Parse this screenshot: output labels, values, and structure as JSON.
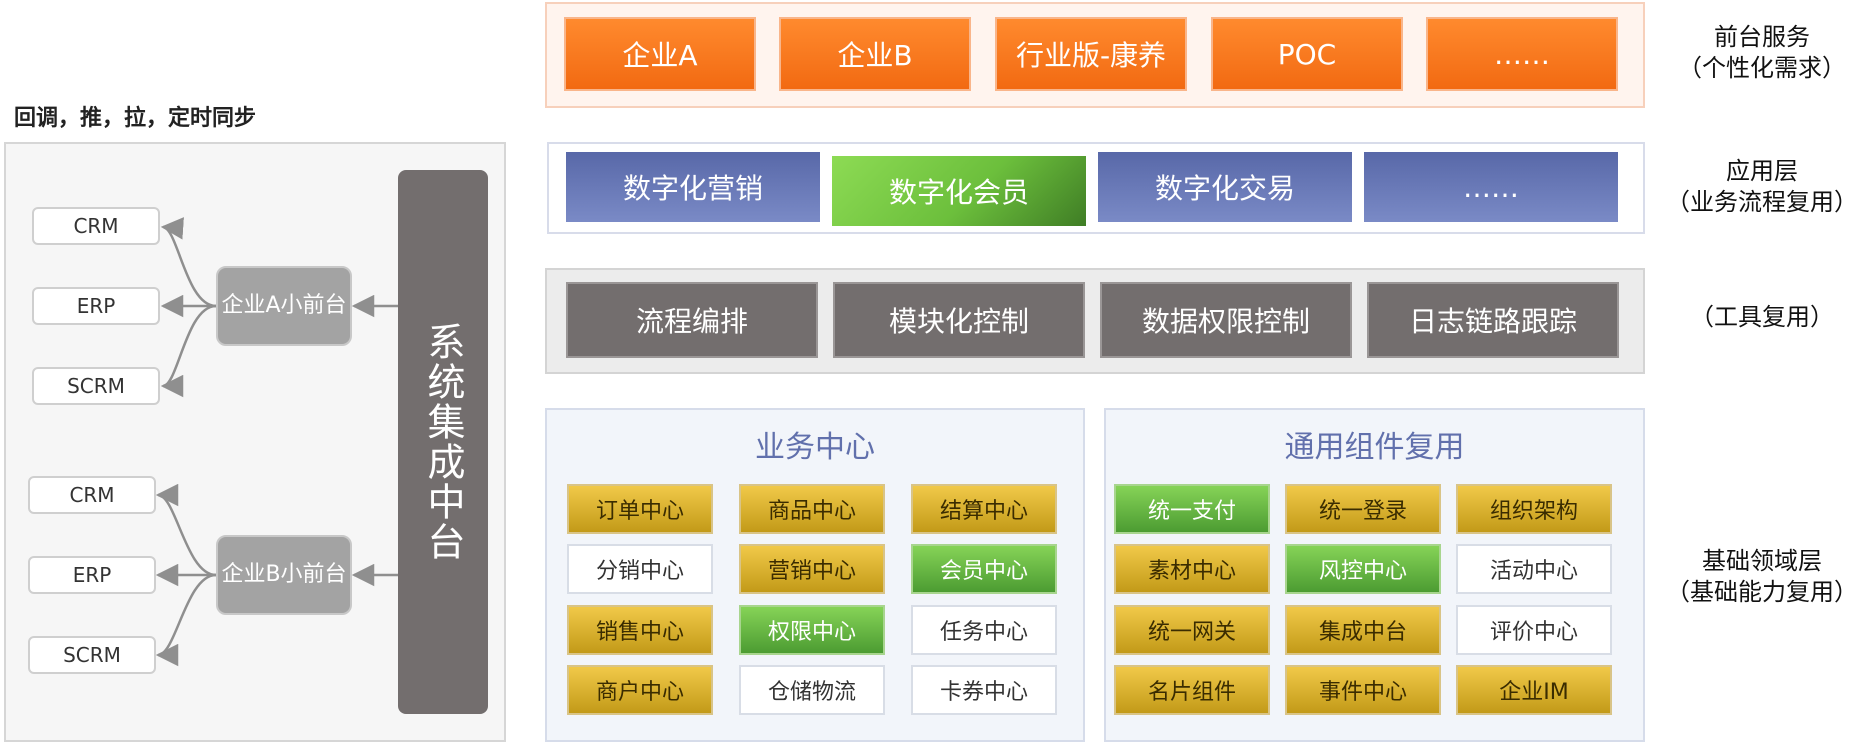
{
  "sync_label": "回调，推，拉，定时同步",
  "integration": {
    "platform_label": "系统集成中台",
    "groups": [
      {
        "mini_frontend": "企业A小前台",
        "systems": [
          "CRM",
          "ERP",
          "SCRM"
        ]
      },
      {
        "mini_frontend": "企业B小前台",
        "systems": [
          "CRM",
          "ERP",
          "SCRM"
        ]
      }
    ]
  },
  "layers": {
    "frontend": {
      "label_line1": "前台服务",
      "label_line2": "（个性化需求）",
      "items": [
        "企业A",
        "企业B",
        "行业版-康养",
        "POC",
        "……"
      ]
    },
    "application": {
      "label_line1": "应用层",
      "label_line2": "（业务流程复用）",
      "items": [
        "数字化营销",
        "数字化会员",
        "数字化交易",
        "……"
      ],
      "highlight_color": "#6cbf3c"
    },
    "tools": {
      "label_line1": "（工具复用）",
      "items": [
        "流程编排",
        "模块化控制",
        "数据权限控制",
        "日志链路跟踪"
      ]
    },
    "foundation": {
      "label_line1": "基础领域层",
      "label_line2": "（基础能力复用）",
      "business_center": {
        "title": "业务中心",
        "rows": [
          [
            {
              "label": "订单中心",
              "style": "gold"
            },
            {
              "label": "商品中心",
              "style": "gold"
            },
            {
              "label": "结算中心",
              "style": "gold"
            }
          ],
          [
            {
              "label": "分销中心",
              "style": "white"
            },
            {
              "label": "营销中心",
              "style": "gold"
            },
            {
              "label": "会员中心",
              "style": "green"
            }
          ],
          [
            {
              "label": "销售中心",
              "style": "gold"
            },
            {
              "label": "权限中心",
              "style": "green"
            },
            {
              "label": "任务中心",
              "style": "white"
            }
          ],
          [
            {
              "label": "商户中心",
              "style": "gold"
            },
            {
              "label": "仓储物流",
              "style": "white"
            },
            {
              "label": "卡券中心",
              "style": "white"
            }
          ]
        ]
      },
      "common_components": {
        "title": "通用组件复用",
        "rows": [
          [
            {
              "label": "统一支付",
              "style": "green"
            },
            {
              "label": "统一登录",
              "style": "gold"
            },
            {
              "label": "组织架构",
              "style": "gold"
            }
          ],
          [
            {
              "label": "素材中心",
              "style": "gold"
            },
            {
              "label": "风控中心",
              "style": "green"
            },
            {
              "label": "活动中心",
              "style": "white"
            }
          ],
          [
            {
              "label": "统一网关",
              "style": "gold"
            },
            {
              "label": "集成中台",
              "style": "gold"
            },
            {
              "label": "评价中心",
              "style": "white"
            }
          ],
          [
            {
              "label": "名片组件",
              "style": "gold"
            },
            {
              "label": "事件中心",
              "style": "gold"
            },
            {
              "label": "企业IM",
              "style": "gold"
            }
          ]
        ]
      }
    }
  },
  "colors": {
    "frontend_orange": "#f26a12",
    "application_blue": "#5868a8",
    "tool_gray": "#736e6e",
    "gold": "#e0b22a",
    "green": "#5fae3a",
    "title_blue": "#6170ac"
  }
}
